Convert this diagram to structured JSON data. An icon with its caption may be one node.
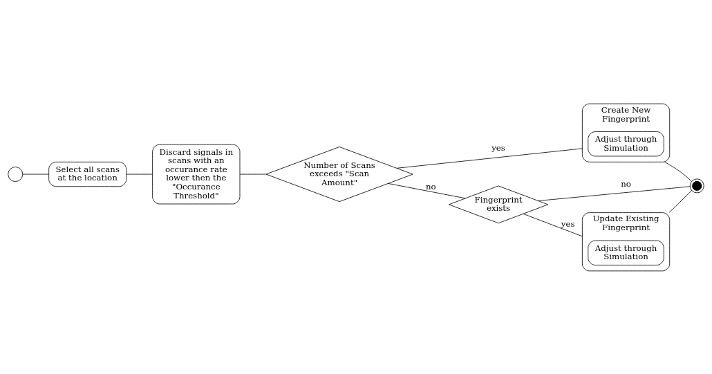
{
  "diagram": {
    "nodes": [
      {
        "text": [],
        "shape": "circle"
      },
      {
        "text": [
          "Select all scans at the location"
        ]
      },
      {
        "text": [
          "Discard signals in scans with an occurance rate lower then the \"Occurance Threshold\""
        ]
      },
      {
        "text": [
          "Number of Scans exceeds \"Scan Amount\""
        ]
      },
      {
        "text": [
          "Create New Fingerprint"
        ]
      },
      {
        "text": [
          "Adjust through Simulation"
        ],
        "in": 4
      },
      {
        "text": [],
        "shape": "circle"
      },
      {
        "text": [
          "Fingerprint exists"
        ]
      },
      {
        "text": [
          "Update Existing Fingerprint"
        ]
      },
      {
        "text": [
          "Adjust through Simulation"
        ],
        "in": 8
      }
    ],
    "edges": [
      {
        "from": 0,
        "to": 1,
        "arrow": "none"
      },
      {
        "from": 1,
        "to": 2,
        "arrow": "none"
      },
      {
        "from": 2,
        "to": 3,
        "arrow": "none"
      },
      {
        "from": 3,
        "to": 4,
        "arrow": "none",
        "label": "yes"
      },
      {
        "from": 3,
        "to": 7,
        "arrow": "none",
        "label": "no"
      },
      {
        "from": 4,
        "to": 6,
        "arrow": "none"
      },
      {
        "from": 7,
        "to": 6,
        "arrow": "none",
        "label": "no"
      },
      {
        "from": 7,
        "to": 8,
        "arrow": "none",
        "label": "yes"
      },
      {
        "from": 8,
        "to": 6,
        "arrow": "none"
      }
    ]
  }
}
